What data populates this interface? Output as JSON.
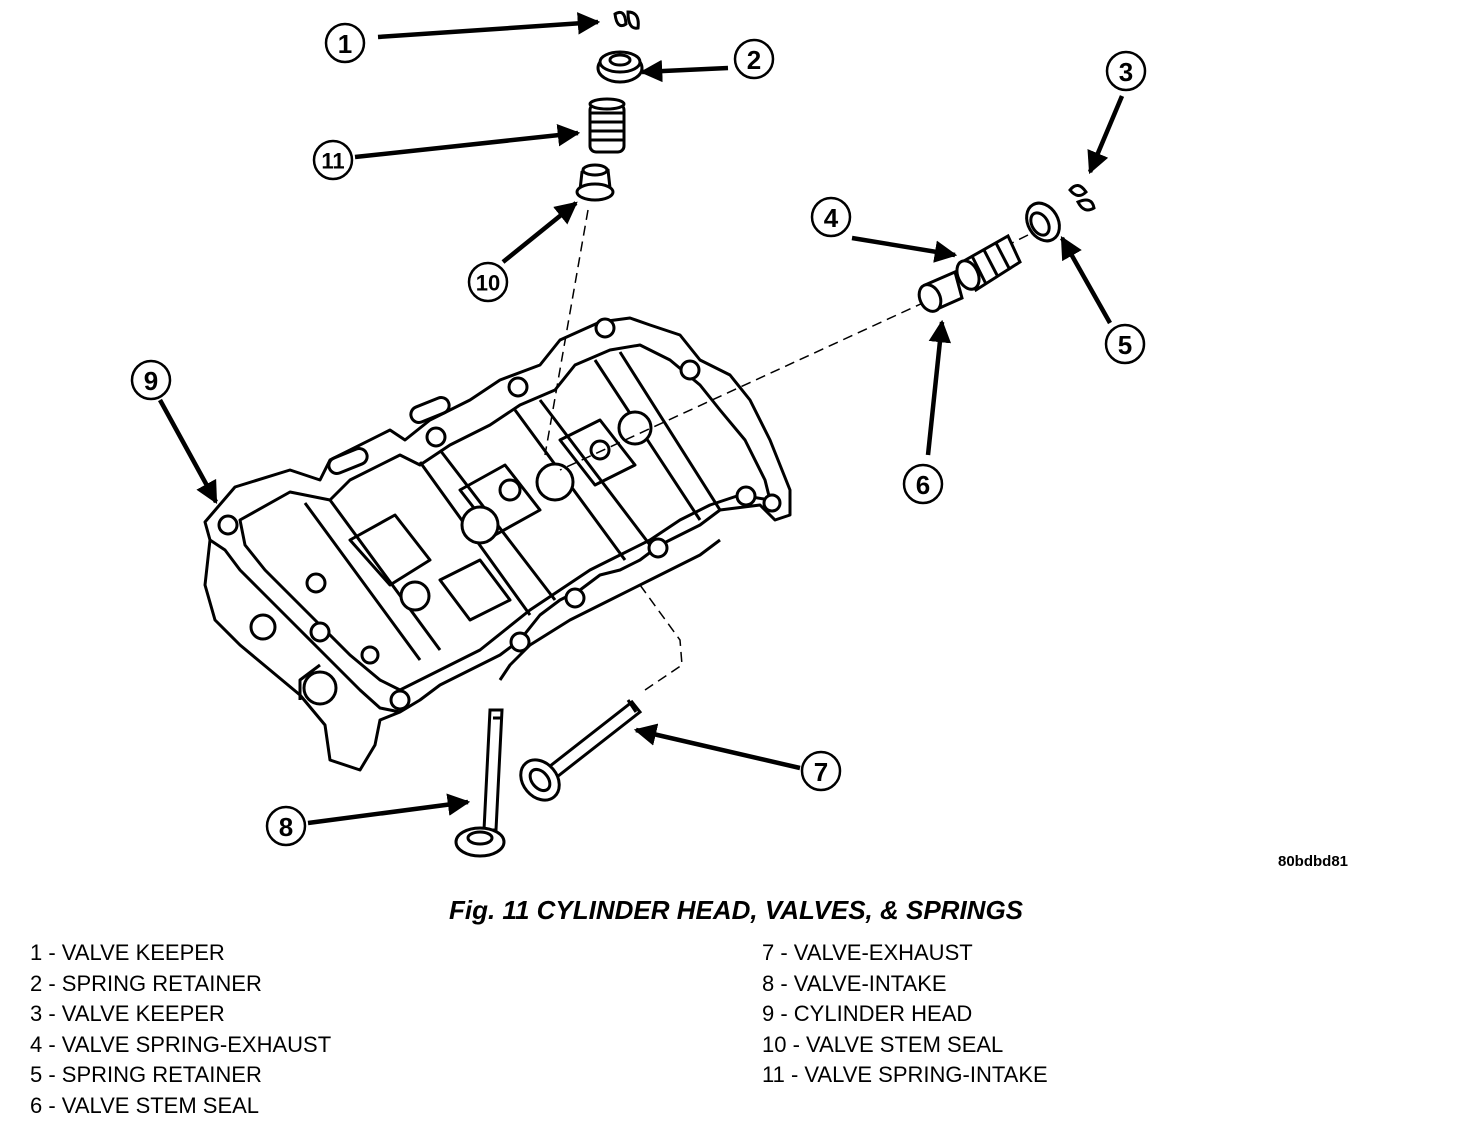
{
  "figure_id": "80bdbd81",
  "caption": "Fig. 11 CYLINDER HEAD, VALVES, & SPRINGS",
  "callouts": [
    "1",
    "2",
    "3",
    "4",
    "5",
    "6",
    "7",
    "8",
    "9",
    "10",
    "11"
  ],
  "legend": {
    "left": [
      "1 - VALVE KEEPER",
      "2 - SPRING RETAINER",
      "3 - VALVE KEEPER",
      "4 - VALVE SPRING-EXHAUST",
      "5 - SPRING RETAINER",
      "6 - VALVE STEM SEAL"
    ],
    "right": [
      "7 - VALVE-EXHAUST",
      "8 - VALVE-INTAKE",
      "9 - CYLINDER HEAD",
      "10 - VALVE STEM SEAL",
      "11 - VALVE SPRING-INTAKE"
    ]
  }
}
